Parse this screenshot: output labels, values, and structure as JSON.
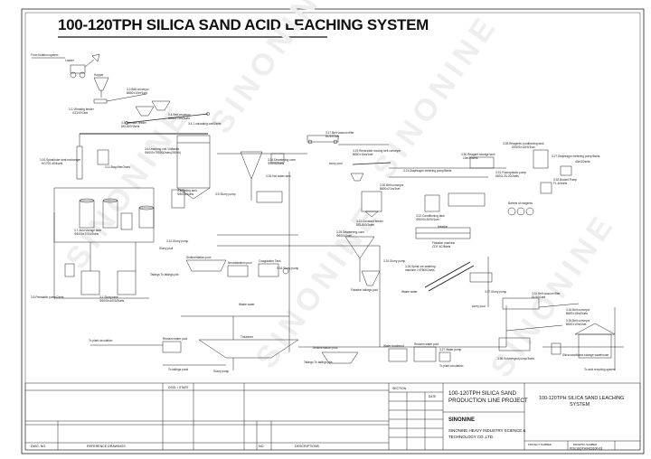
{
  "title": "100-120TPH SILICA SAND ACID LEACHING SYSTEM",
  "watermark": "SINONINE",
  "equipment_labels": {
    "from_flotation": "From flotation system",
    "loader": "Loader",
    "hopper": "Hopper",
    "belt_conveyor_1": "3.2.Belt conveyor",
    "belt_conveyor_1_spec": "B800×10m*1set",
    "vibrating_feeder": "3.1.Vibrating feeder",
    "vibrating_feeder_spec": "GZ100*1set",
    "constant_feeder": "3.3.Constant feeder",
    "constant_feeder_spec": "DEL800*2sets",
    "belt_conveyor_2": "3.4.Belt conveyor",
    "belt_conveyor_2_spec": "B800×75m/2sets",
    "unloading_cart": "3.4.1.unloading cart/2sets",
    "spiral_heat_exchanger": "3.10.Spiral/tube heat exchanger",
    "spiral_heat_exchanger_spec": "HG700-49/4sets",
    "bag_filter": "3.11.Bag filter/2sets",
    "leaching_tank": "3.6.Leaching unit 10#tanks",
    "leaching_tank_spec": "Φ4000×70000/2sets(3000#)",
    "dewatering_cone": "3.14.Dewatering cone",
    "dewatering_cone_spec": "Φ3000/2sets",
    "vacuum_filter_1": "3.17.Belt vacuum filter",
    "vacuum_filter_1_spec": "DU10/1set",
    "hot_water_tank": "3.15.Hot water tank",
    "reversible_belt": "3.19.Reversible moving belt conveyor",
    "reversible_belt_spec": "B800×16m/1set",
    "slurry_pool": "slurry pool",
    "boiling_tank": "3.8.Boiling tank",
    "boiling_tank_spec": "Φ3000/4sets",
    "slurry_pump_1": "3.9.Slurry pump",
    "acid_storage_tank": "3.7.Acid storage tank",
    "acid_storage_tank_spec": "Φ4000×7000/2sets",
    "slurry_pump_2": "3.12.Slurry pump",
    "slurry_pool_2": "Slurry pool",
    "sedimentation_pool": "Sedimentation pool",
    "neutralization_pool": "Neutralization pool",
    "coagulation_tank": "Coagulation Tank",
    "slurry_pump_3": "3.16.Slurry pump",
    "tailings_to_pile": "Tailings To tailings pile",
    "peristaltic_pump": "3.5.Peristaltic pump/2sets",
    "slurry_tank": "3.1.Slurry tank",
    "slurry_tank_spec": "Φ3000×4000/2sets",
    "waste_water": "Waste water",
    "reagent_tank": "3.28.Reagents conditioning tank",
    "reagent_tank_spec": "Φ1500×1500/1set",
    "diaphragm_pump": "3.27.Diaphragm metering pump/6sets",
    "diaphragm_pump_spec": "40m3/2sets",
    "reagent_storage": "3.30.Reagent storage tank",
    "reagent_storage_spec": "10m3/4sets",
    "fluoro_pump": "3.31.Fluoroplastic pump",
    "fluoro_pump_spec": "65SG-25-20/2sets",
    "bucket_pump": "3.32.Bucket Pump",
    "bucket_pump_spec": "FL-6/4sets",
    "barrels": "Barrels of reagents",
    "diaphragm_metering": "3.21.Diaphragm metering pump/6sets",
    "belt_conveyor_3": "3.20.Belt conveyor",
    "belt_conveyor_3_spec": "B800×21m/1set",
    "constant_feeder_2": "3.22.Constant feeder",
    "constant_feeder_2_spec": "DEL800/2sets",
    "conditioning_tank": "3.22.Conditioning tank",
    "conditioning_tank_spec": "Φ3000×3000/1set",
    "flotation": "flotation",
    "flotation_machine": "Flotation machine",
    "flotation_machine_spec": "CDF-4C/8sets",
    "dewatering_cone_2": "3.25.Dewatering cone",
    "dewatering_cone_2_spec": "Φ6000/1set",
    "spiral_washing": "3.26.Spiral ore-washing",
    "spiral_washing_spec": "machine LXF800/2sets",
    "slurry_pump_4": "3.24.Slurry pump",
    "flotation_tailings": "Flotation tailings pool",
    "waste_water_2": "Waste water",
    "slurry_pool_3": "slurry pool",
    "slurry_pump_5": "3.37.Slurry pump",
    "vacuum_filter_2": "3.33.Belt vacuum filter",
    "vacuum_filter_2_spec": "DU10/1set",
    "belt_conveyor_4": "3.34.Belt conveyor",
    "belt_conveyor_4_spec": "B800×18m/2sets",
    "belt_conveyor_5": "3.35.Belt conveyor",
    "belt_conveyor_5_spec": "B800×10m/1set",
    "silica_storage": "Silica sand/sand storage warehouse",
    "sedimentation_pool_2": "Sedimentation pool",
    "water_treatment": "Water treatment",
    "reclaim_water": "Reclaim water pool",
    "water_pump": "3.27.Water pump",
    "to_plant_circulation": "To plant circulation",
    "submerged_pump": "3.36.Submerged pump/3sets",
    "to_acid_recycling": "To acid recycling system",
    "tailings_pile_2": "Tailings To tailings pile",
    "to_plant_circulation_2": "To plant circulation",
    "reclaim_water_pool": "Reclaim water pool",
    "thickener": "Thickener",
    "to_tailings_pond": "To tailings pond",
    "slurry_pump_6": "Slurry pump"
  },
  "title_block": {
    "dwg_no": "DWG. NO.",
    "reference_drawings": "REFERENCE DRAWINGS",
    "no": "NO.",
    "description": "DESCRIPTIONS",
    "drawing_title_left": "100-120TPH SILICA SAND",
    "drawing_title_left_2": "PRODUCTION LINE PROJECT",
    "company_logo": "SINONINE",
    "company_name": "SINONINE HEAVY INDUSTRY SCIENCE &",
    "company_name_2": "TECHNOLOGY CO.,LTD.",
    "drawing_title_right": "100-120TPH SILICA SAND LEACHING",
    "drawing_title_right_2": "SYSTEM",
    "project_number_label": "PROJECT NUMBER",
    "drawing_number_label": "DRAWING NUMBER",
    "drawing_number": "P(SL)SQTH0420100-03",
    "section": "SECTION",
    "date": "DATE",
    "dsgl_start": "DSGL / START"
  }
}
